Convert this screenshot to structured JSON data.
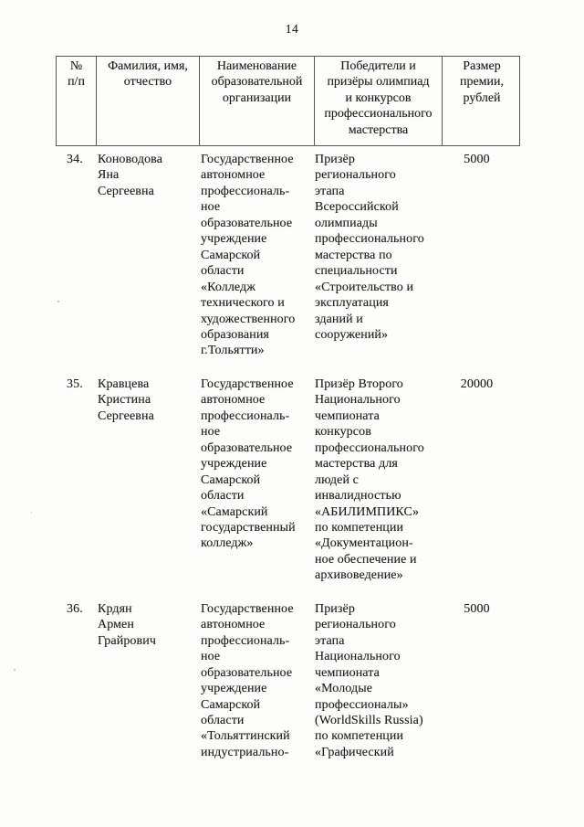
{
  "page": {
    "number": "14"
  },
  "colors": {
    "background": "#fdfdfc",
    "text": "#1e1e1e",
    "table_border": "#565656"
  },
  "table": {
    "headers": [
      {
        "id": "num",
        "label": "№\nп/п"
      },
      {
        "id": "name",
        "label": "Фамилия, имя,\nотчество"
      },
      {
        "id": "org",
        "label": "Наименование\nобразовательной\nорганизации"
      },
      {
        "id": "award",
        "label": "Победители и\nпризёры олимпиад\nи конкурсов\nпрофессионального\nмастерства"
      },
      {
        "id": "prize",
        "label": "Размер\nпремии,\nрублей"
      }
    ],
    "rows": [
      {
        "num": "34.",
        "name": "Коноводова\nЯна\nСергеевна",
        "org": "Государственное\nавтономное\nпрофессиональ-\nное\nобразовательное\nучреждение\nСамарской\nобласти\n«Колледж\nтехнического и\nхудожественного\nобразования\nг.Тольятти»",
        "award": "Призёр\nрегионального\nэтапа\nВсероссийской\nолимпиады\nпрофессионального\nмастерства по\nспециальности\n«Строительство и\nэксплуатация\nзданий и\nсооружений»",
        "prize": "5000"
      },
      {
        "num": "35.",
        "name": "Кравцева\nКристина\nСергеевна",
        "org": "Государственное\nавтономное\nпрофессиональ-\nное\nобразовательное\nучреждение\nСамарской\nобласти\n«Самарский\nгосударственный\nколледж»",
        "award": "Призёр Второго\nНационального\nчемпионата\nконкурсов\nпрофессионального\nмастерства для\nлюдей с\nинвалидностью\n«АБИЛИМПИКС»\nпо компетенции\n«Документацион-\nное обеспечение и\nархивоведение»",
        "prize": "20000"
      },
      {
        "num": "36.",
        "name": "Крдян\nАрмен\nГрайрович",
        "org": "Государственное\nавтономное\nпрофессиональ-\nное\nобразовательное\nучреждение\nСамарской\nобласти\n«Тольяттинский\nиндустриально-",
        "award": "Призёр\nрегионального\nэтапа\nНационального\nчемпионата\n«Молодые\nпрофессионалы»\n(WorldSkills Russia)\nпо компетенции\n«Графический",
        "prize": "5000"
      }
    ]
  }
}
